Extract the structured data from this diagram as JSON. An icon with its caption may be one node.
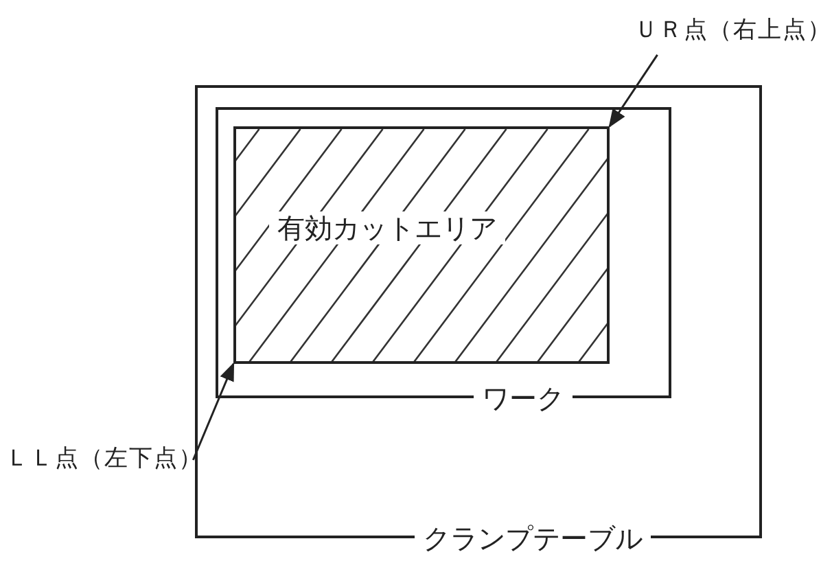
{
  "diagram": {
    "nodes": [
      {
        "text": [
          "クランプテーブル"
        ]
      },
      {
        "text": [
          "ワーク"
        ],
        "in": 0
      },
      {
        "text": [
          "有効カットエリア"
        ],
        "in": 1
      },
      {
        "text": [
          "ＵＲ点（右上点）"
        ]
      },
      {
        "text": [
          "ＬＬ点（左下点）"
        ]
      }
    ],
    "edges": [
      {
        "from": 3,
        "to": 2,
        "arrow": "to"
      },
      {
        "from": 4,
        "to": 2,
        "arrow": "to"
      }
    ]
  }
}
